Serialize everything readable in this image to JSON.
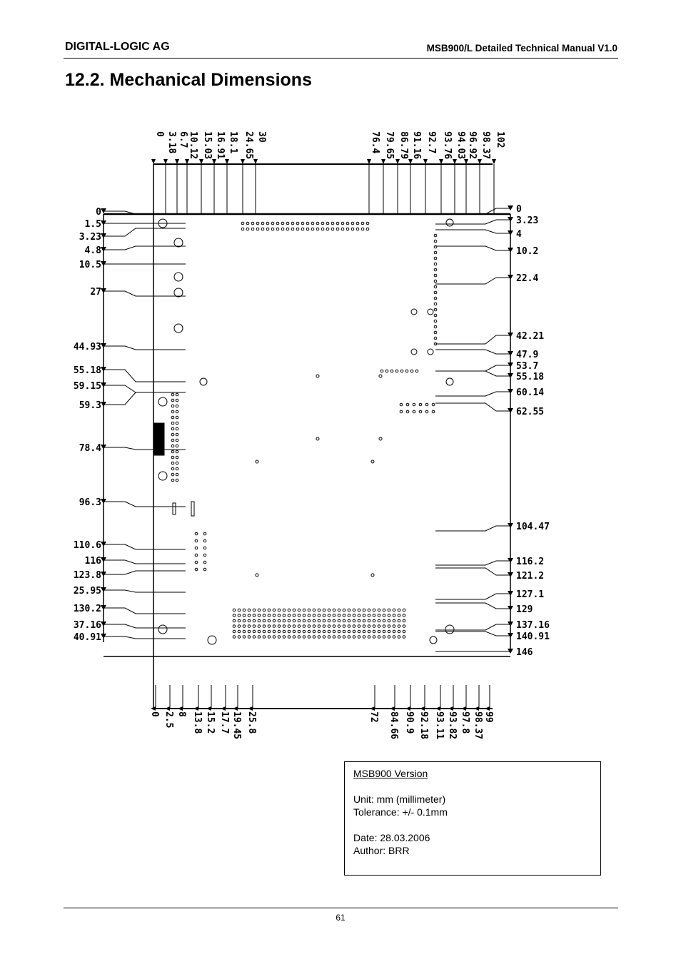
{
  "header": {
    "company": "DIGITAL-LOGIC AG",
    "manual": "MSB900/L Detailed Technical Manual V1.0"
  },
  "section_title": "12.2. Mechanical Dimensions",
  "drawing": {
    "top_labels": [
      "0",
      "3.18",
      "6.7",
      "10.12",
      "15.03",
      "16.91",
      "18.1",
      "24.65",
      "30",
      "76.4",
      "79.65",
      "86.79",
      "91.16",
      "92.7",
      "93.76",
      "94.03",
      "96.92",
      "98.37",
      "102"
    ],
    "bottom_labels": [
      "0",
      "2.5",
      "8",
      "13.8",
      "15.2",
      "17.7",
      "19.45",
      "25.8",
      "72",
      "84.66",
      "90.9",
      "92.18",
      "93.11",
      "93.82",
      "97.8",
      "98.37",
      "99"
    ],
    "left_labels": [
      "0",
      "1.5",
      "3.23",
      "4.8",
      "10.5",
      "27",
      "44.93",
      "55.18",
      "59.15",
      "59.3",
      "78.4",
      "96.3",
      "110.6",
      "116",
      "123.8",
      "25.95",
      "130.2",
      "37.16",
      "40.91"
    ],
    "right_labels": [
      "0",
      "3.23",
      "4",
      "10.2",
      "22.4",
      "42.21",
      "47.9",
      "53.7",
      "55.18",
      "60.14",
      "62.55",
      "104.47",
      "116.2",
      "121.2",
      "127.1",
      "129",
      "137.16",
      "140.91",
      "146"
    ]
  },
  "info": {
    "version": "MSB900 Version",
    "unit": "Unit: mm (millimeter)",
    "tolerance": "Tolerance: +/- 0.1mm",
    "date": "Date: 28.03.2006",
    "author": "Author: BRR"
  },
  "footer": {
    "page": "61"
  }
}
